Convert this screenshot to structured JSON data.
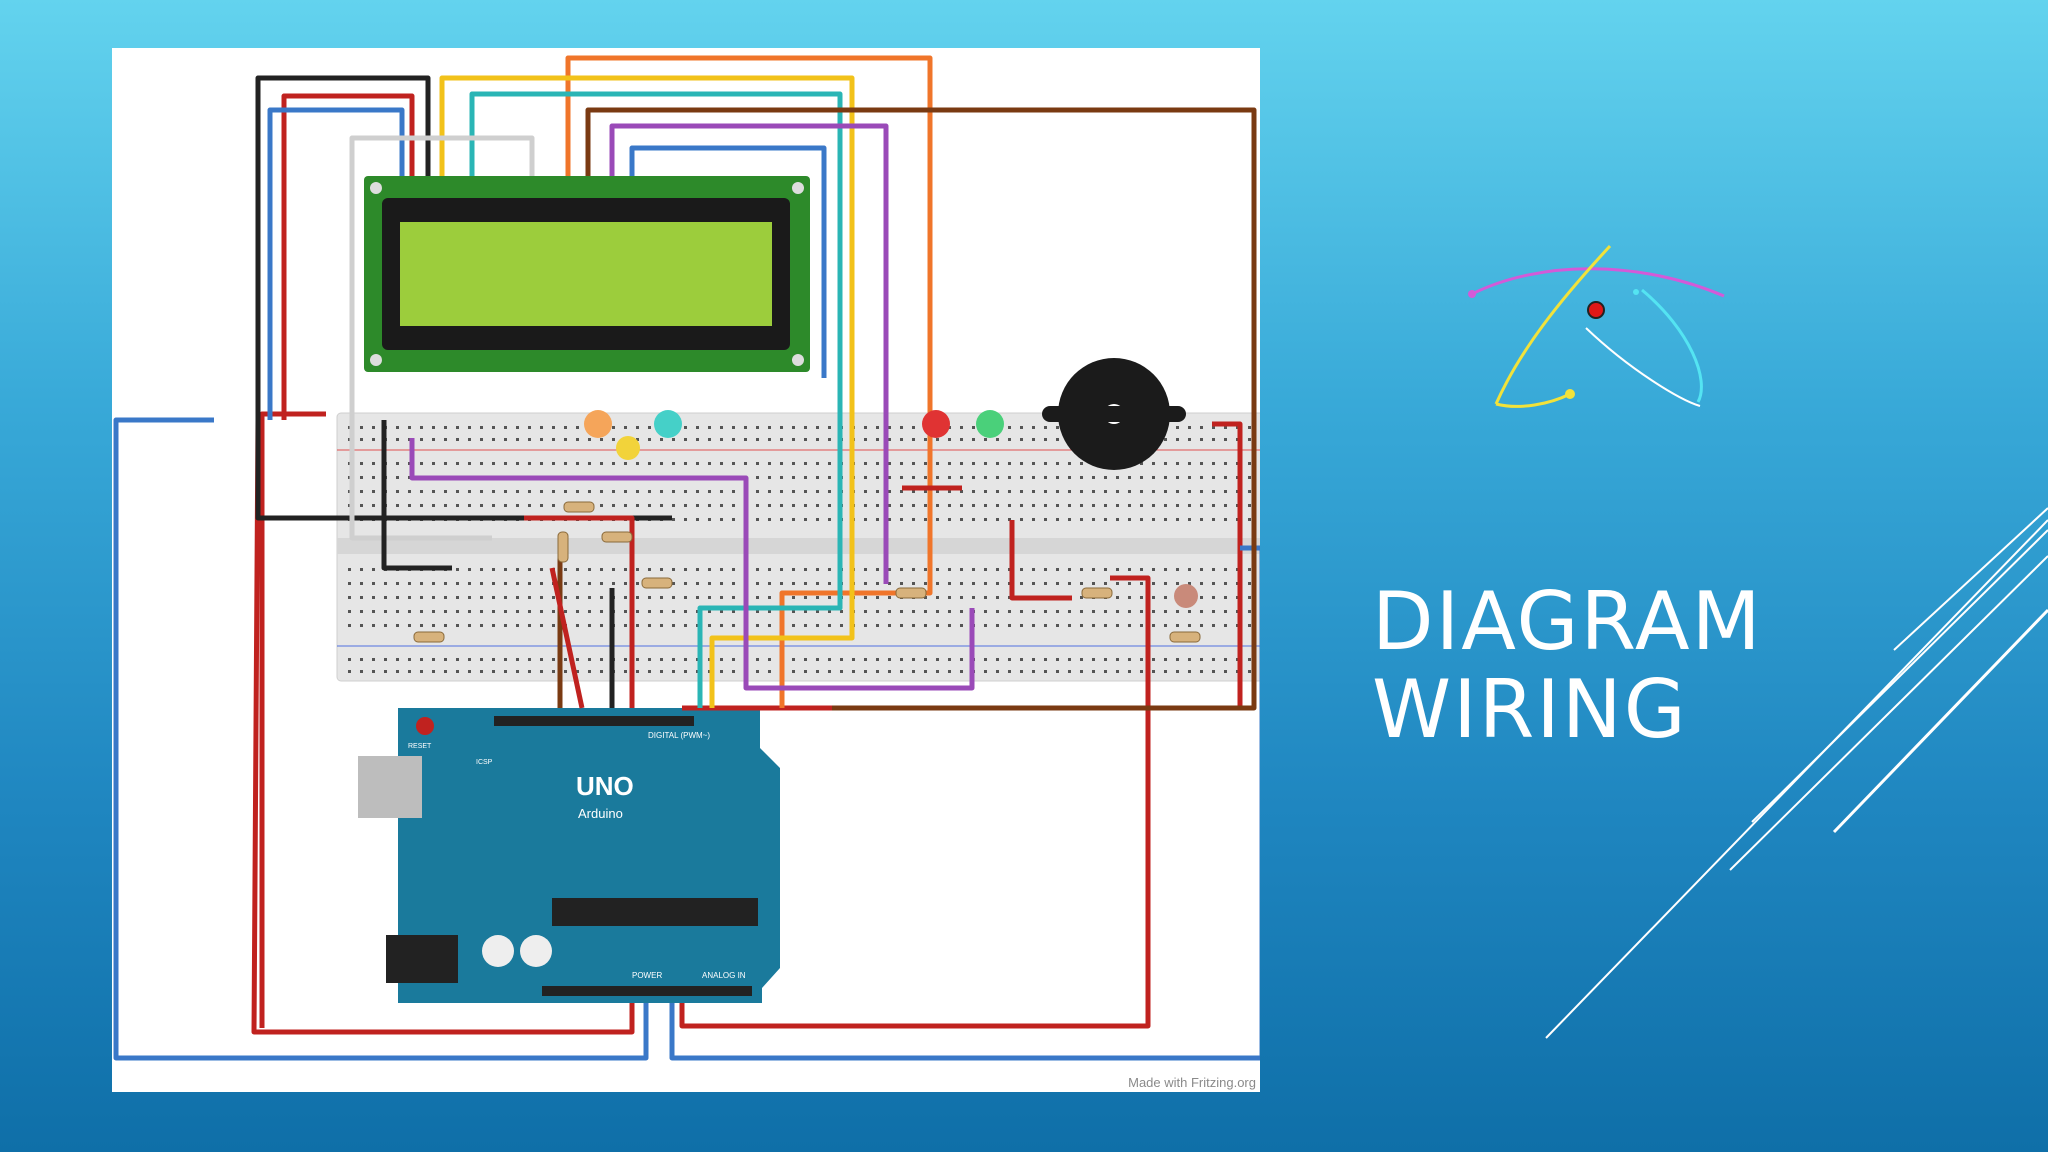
{
  "slide": {
    "title_line1": "DIAGRAM",
    "title_line2": "WIRING"
  },
  "diagram": {
    "board_logo": "UNO",
    "board_brand": "Arduino",
    "board_header_label": "DIGITAL (PWM~)",
    "power_label": "POWER",
    "analog_label": "ANALOG IN",
    "reset_label": "RESET",
    "icsp_label": "ICSP",
    "credit": "Made with Fritzing.org",
    "colors": {
      "board": "#1a7a9c",
      "lcd": "#8fc43a",
      "breadboard": "#e8e8e8",
      "wire_red": "#c0221f",
      "wire_blue": "#3a78c8",
      "wire_black": "#222222",
      "wire_orange": "#f0752a",
      "wire_yellow": "#f2c21a",
      "wire_brown": "#7a3a12",
      "wire_purple": "#9a4ab8",
      "wire_teal": "#2ab5b5",
      "wire_white": "#cfcfcf"
    }
  },
  "logo": {
    "icon": "atom-orbit-icon"
  },
  "decoration": {
    "icon": "diagonal-lines-icon"
  }
}
